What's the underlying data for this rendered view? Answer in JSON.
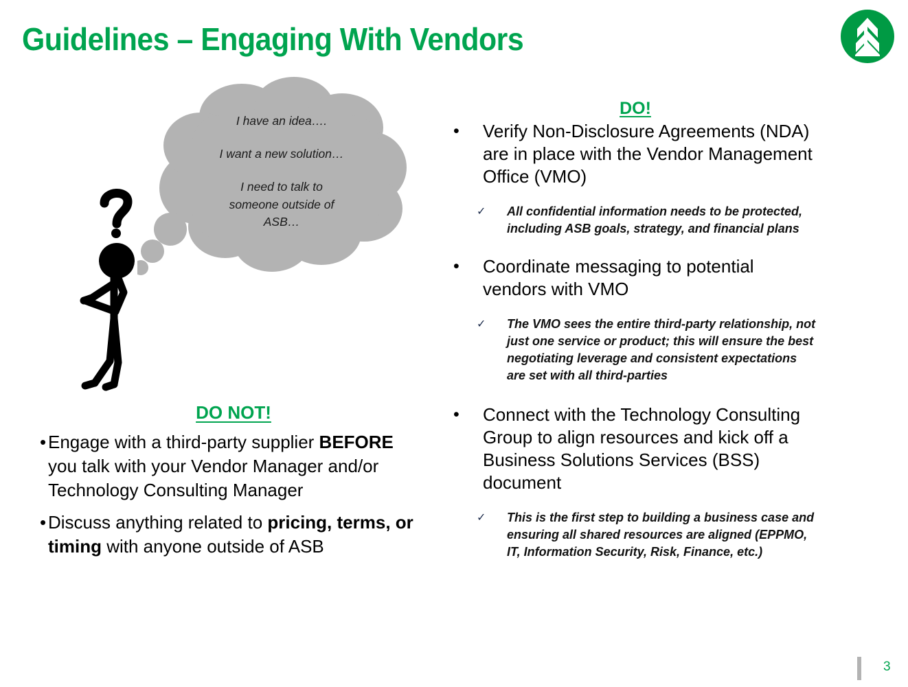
{
  "slide": {
    "title": "Guidelines – Engaging With Vendors",
    "page_number": "3",
    "accent_color": "#00a44f",
    "bubble_color": "#b3b3b3",
    "footer_bar_color": "#b3b3b3"
  },
  "logo": {
    "icon": "evergreen-tree-logo",
    "circle_color": "#009a44",
    "mark_color": "#ffffff"
  },
  "thought_bubble": {
    "icon": "thought-bubble",
    "lines": [
      "I have an idea….",
      "I want a new solution…",
      "I need to talk to",
      "someone outside of",
      "ASB…"
    ]
  },
  "figure": {
    "icon": "thinking-stick-figure",
    "question_mark": "?"
  },
  "do_not": {
    "heading": "DO NOT!",
    "bullet_glyph": "•",
    "items": [
      {
        "parts": [
          {
            "text": "Engage with a third-party supplier ",
            "bold": false
          },
          {
            "text": "BEFORE",
            "bold": true
          },
          {
            "text": " you talk with your Vendor Manager and/or Technology Consulting Manager",
            "bold": false
          }
        ]
      },
      {
        "parts": [
          {
            "text": "Discuss anything related to ",
            "bold": false
          },
          {
            "text": "pricing, terms, or timing",
            "bold": true
          },
          {
            "text": " with anyone outside of ASB",
            "bold": false
          }
        ]
      }
    ]
  },
  "do": {
    "heading": "DO!",
    "bullet_glyph": "•",
    "check_glyph": "✓",
    "items": [
      {
        "text": "Verify Non-Disclosure Agreements (NDA) are in place with the Vendor Management Office (VMO)",
        "sub": "All confidential information needs to be protected, including ASB goals, strategy, and financial plans"
      },
      {
        "text": "Coordinate messaging to potential vendors with VMO",
        "sub": "The VMO sees the entire third-party relationship, not just one service or product; this will ensure the best negotiating leverage and consistent expectations are set with all third-parties"
      },
      {
        "text": "Connect with the Technology Consulting Group to align resources and kick off a Business Solutions Services (BSS) document",
        "sub": "This is the first step to building a business case and ensuring all shared resources are aligned (EPPMO, IT, Information Security, Risk, Finance, etc.)"
      }
    ]
  }
}
